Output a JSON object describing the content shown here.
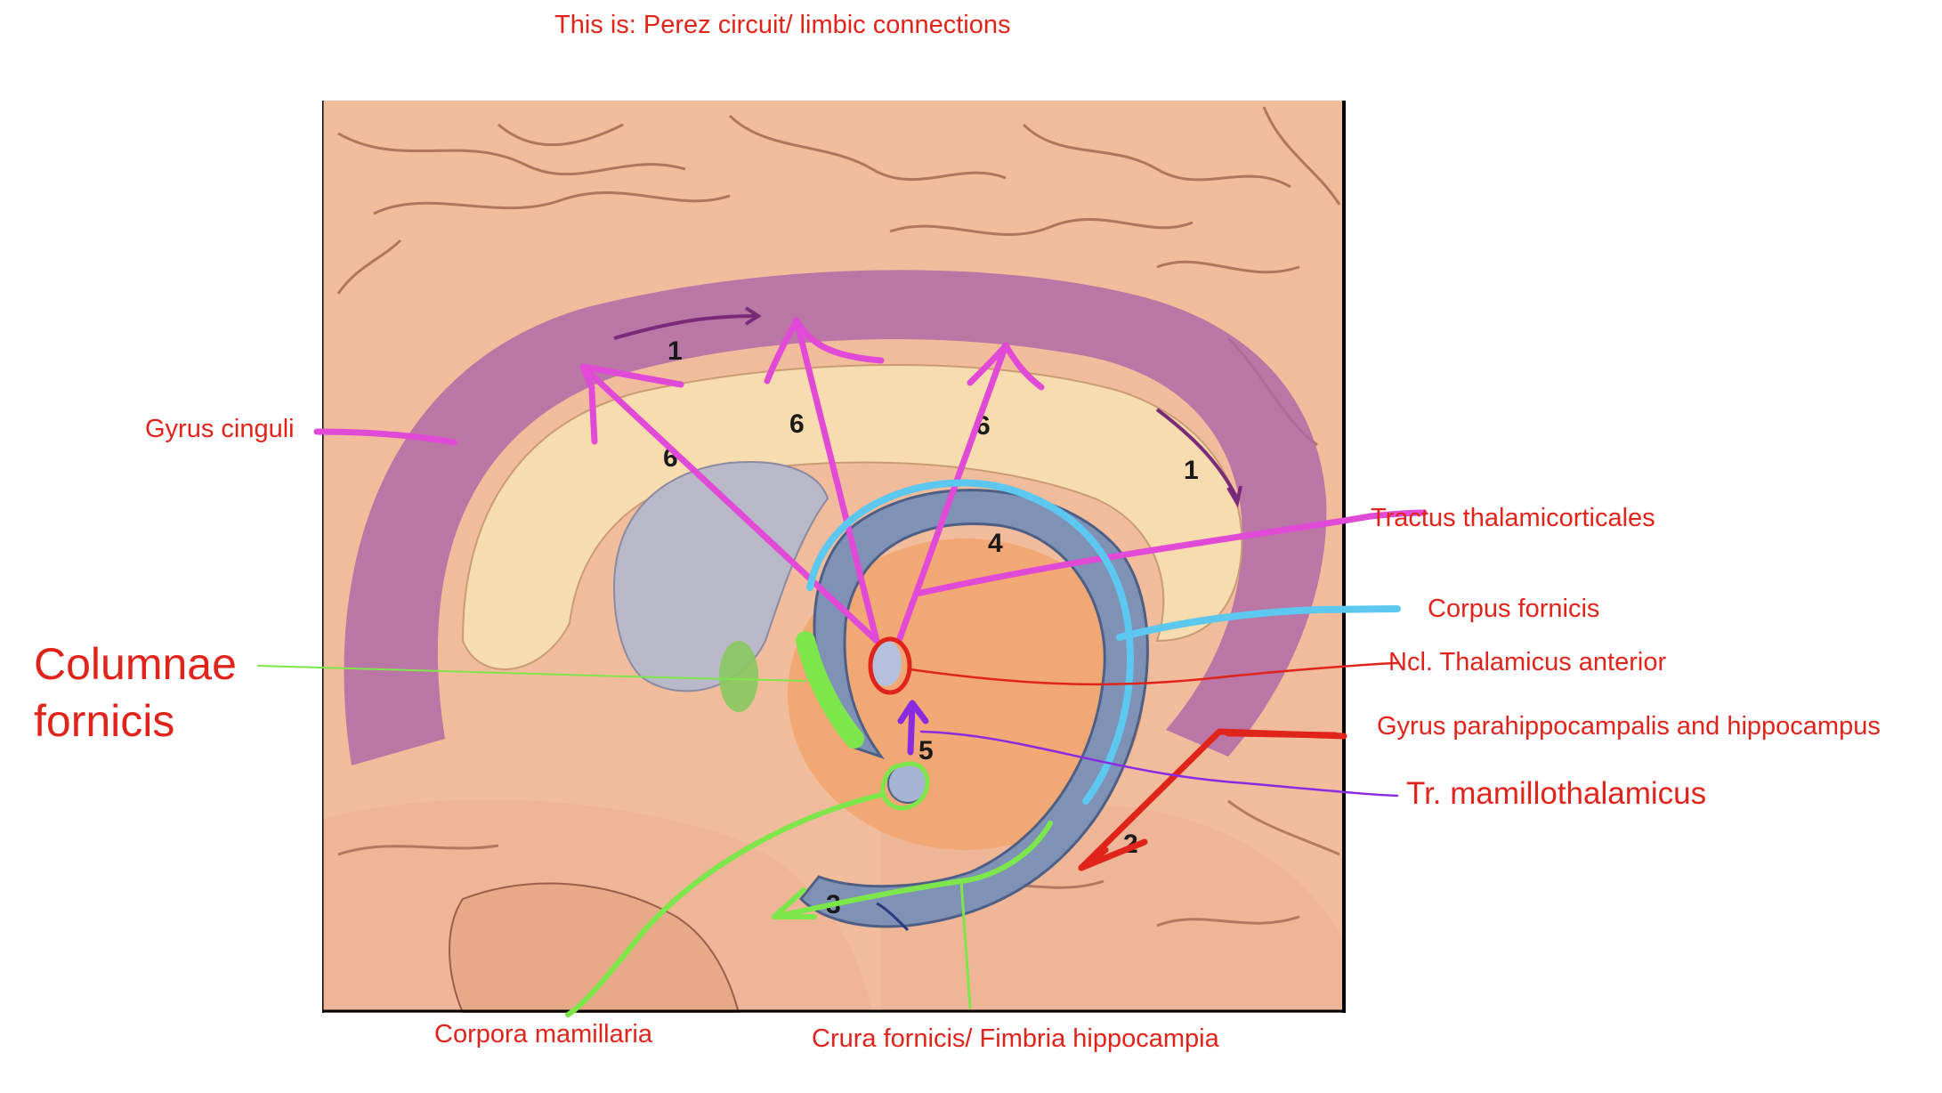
{
  "title": "This is: Perez circuit/ limbic connections",
  "labels": {
    "gyrus_cinguli": "Gyrus cinguli",
    "tractus_thalamocorticales": "Tractus thalamicorticales",
    "corpus_fornicis": "Corpus fornicis",
    "ncl_thalamicus_anterior": "Ncl. Thalamicus anterior",
    "gyrus_parahippocampalis": "Gyrus parahippocampalis and hippocampus",
    "tr_mamillothalamicus": "Tr. mamillothalamicus",
    "columnae_fornicis": "Columnae fornicis",
    "corpora_mamillaria": "Corpora mamillaria",
    "crura_fornicis": "Crura fornicis/ Fimbria hippocampia"
  },
  "figure_numbers": [
    "1",
    "1",
    "2",
    "3",
    "4",
    "5",
    "6",
    "6",
    "6"
  ],
  "colors": {
    "label_red": "#e0241b",
    "thalamocortical_magenta": "#e04ad6",
    "fornix_cyan": "#5cc8f0",
    "mamillary_green": "#7de64a",
    "parahippocampal_red": "#e0241b",
    "mamillothalamic_purple": "#8a2be2",
    "cingulate_purple": "#b06aa6",
    "brain_skin": "#f1bc9c"
  }
}
